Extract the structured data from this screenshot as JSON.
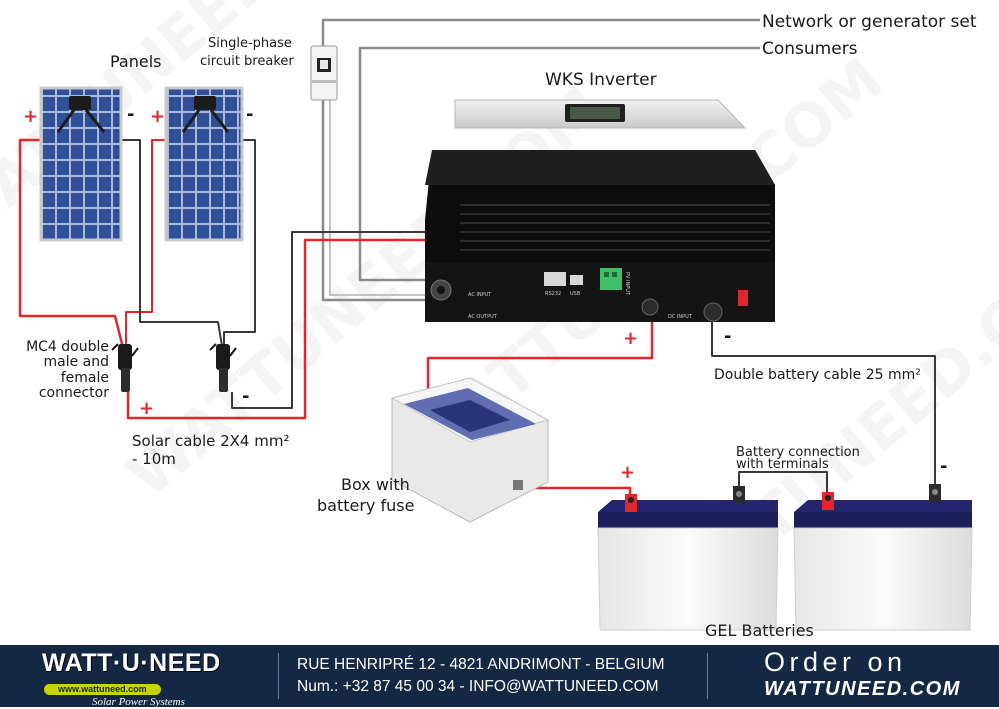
{
  "labels": {
    "network": "Network or generator set",
    "consumers": "Consumers",
    "breaker_line1": "Single-phase",
    "breaker_line2": "circuit breaker",
    "panels": "Panels",
    "inverter": "WKS Inverter",
    "mc4_line1": "MC4 double",
    "mc4_line2": "male and",
    "mc4_line3": "female",
    "mc4_line4": "connector",
    "solar_cable_line1": "Solar cable 2X4 mm²",
    "solar_cable_line2": "- 10m",
    "battery_cable": "Double battery cable 25 mm²",
    "box_line1": "Box with",
    "box_line2": "battery fuse",
    "battery_conn_line1": "Battery connection",
    "battery_conn_line2": "with terminals",
    "gel": "GEL Batteries"
  },
  "signs": {
    "plus": "+",
    "minus": "-"
  },
  "watermark": "WATTUNEED.COM",
  "inverter_panel": {
    "ac_input": "AC INPUT",
    "ac_output": "AC OUTPUT",
    "rs232": "RS232",
    "usb": "USB",
    "pv_input": "PV INPUT",
    "dc_input": "DC INPUT"
  },
  "footer": {
    "logo": "WATT·U·NEED",
    "logo_url": "www.wattuneed.com",
    "logo_tagline": "Solar Power Systems",
    "address": "RUE HENRIPRÉ 12 - 4821 ANDRIMONT - BELGIUM",
    "contact": "Num.: +32 87 45 00 34 - INFO@WATTUNEED.COM",
    "order_line1": "Order on",
    "order_line2": "WATTUNEED.COM"
  },
  "colors": {
    "wire_red": "#e2262b",
    "wire_dark": "#3a3a3a",
    "wire_grey": "#8a8a8a",
    "panel_blue": "#2f4f97",
    "battery_blue": "#24256e",
    "footer_bg": "#142843",
    "logo_green": "#c8d400"
  }
}
